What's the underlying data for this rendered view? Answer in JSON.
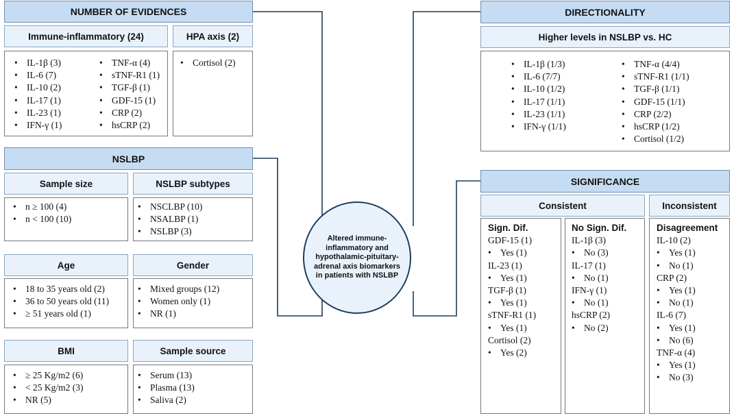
{
  "center": "Altered immune-inflammatory and hypothalamic-pituitary-adrenal axis biomarkers in patients with NSLBP",
  "evidences": {
    "title": "NUMBER OF EVIDENCES",
    "immune_header": "Immune-inflammatory (24)",
    "hpa_header": "HPA axis (2)",
    "immune_col1": [
      "IL-1β  (3)",
      "IL-6 (7)",
      "IL-10 (2)",
      "IL-17 (1)",
      "IL-23 (1)",
      "IFN-γ (1)"
    ],
    "immune_col2": [
      "TNF-α (4)",
      "sTNF-R1 (1)",
      "TGF-β (1)",
      "GDF-15 (1)",
      "CRP (2)",
      "hsCRP (2)"
    ],
    "hpa_items": [
      "Cortisol (2)"
    ]
  },
  "nslbp": {
    "title": "NSLBP",
    "sample_size_header": "Sample size",
    "sample_size_items": [
      "n ≥ 100 (4)",
      "n < 100 (10)"
    ],
    "subtypes_header": "NSLBP subtypes",
    "subtypes_items": [
      "NSCLBP (10)",
      "NSALBP (1)",
      "NSLBP (3)"
    ],
    "age_header": "Age",
    "age_items": [
      "18 to 35 years old (2)",
      "36 to 50 years old (11)",
      "≥ 51 years old (1)"
    ],
    "gender_header": "Gender",
    "gender_items": [
      "Mixed groups (12)",
      "Women only (1)",
      "NR (1)"
    ],
    "bmi_header": "BMI",
    "bmi_items": [
      "≥ 25 Kg/m2 (6)",
      "< 25 Kg/m2 (3)",
      "NR (5)"
    ],
    "source_header": "Sample source",
    "source_items": [
      "Serum (13)",
      "Plasma (13)",
      "Saliva (2)"
    ]
  },
  "directionality": {
    "title": "DIRECTIONALITY",
    "subheader": "Higher levels in NSLBP vs. HC",
    "col1": [
      "IL-1β  (1/3)",
      "IL-6 (7/7)",
      "IL-10  (1/2)",
      "IL-17 (1/1)",
      "IL-23 (1/1)",
      "IFN-γ (1/1)"
    ],
    "col2": [
      "TNF-α (4/4)",
      "sTNF-R1 (1/1)",
      "TGF-β (1/1)",
      "GDF-15 (1/1)",
      "CRP (2/2)",
      "hsCRP (1/2)",
      "Cortisol (1/2)"
    ]
  },
  "significance": {
    "title": "SIGNIFICANCE",
    "consistent_header": "Consistent",
    "inconsistent_header": "Inconsistent",
    "sign_dif": {
      "title": "Sign. Dif.",
      "entries": [
        {
          "name": "GDF-15 (1)",
          "sub": "Yes (1)"
        },
        {
          "name": "IL-23 (1)",
          "sub": "Yes (1)"
        },
        {
          "name": "TGF-β (1)",
          "sub": "Yes (1)"
        },
        {
          "name": "sTNF-R1 (1)",
          "sub": "Yes (1)"
        },
        {
          "name": "Cortisol (2)",
          "sub": "Yes (2)"
        }
      ]
    },
    "no_sign_dif": {
      "title": "No Sign. Dif.",
      "entries": [
        {
          "name": "IL-1β (3)",
          "sub": "No  (3)"
        },
        {
          "name": "IL-17 (1)",
          "sub": "No  (1)"
        },
        {
          "name": "IFN-γ (1)",
          "sub": "No  (1)"
        },
        {
          "name": "hsCRP (2)",
          "sub": "No  (2)"
        }
      ]
    },
    "disagreement": {
      "title": "Disagreement",
      "entries": [
        {
          "name": "IL-10 (2)",
          "subs": [
            "Yes (1)",
            "No (1)"
          ]
        },
        {
          "name": "CRP (2)",
          "subs": [
            "Yes (1)",
            "No (1)"
          ]
        },
        {
          "name": "IL-6 (7)",
          "subs": [
            "Yes (1)",
            "No (6)"
          ]
        },
        {
          "name": "TNF-α (4)",
          "subs": [
            "Yes (1)",
            "No (3)"
          ]
        }
      ]
    }
  }
}
